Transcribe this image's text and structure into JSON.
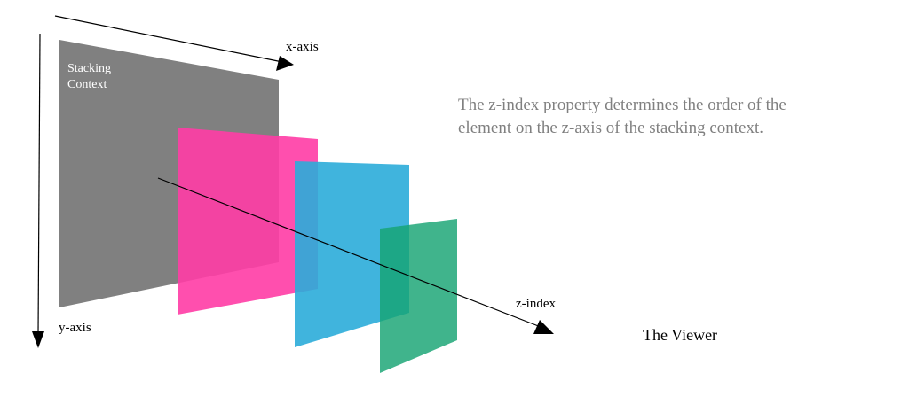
{
  "axes": {
    "x_label": "x-axis",
    "y_label": "y-axis",
    "z_label": "z-index"
  },
  "layers": {
    "stacking_context_line1": "Stacking",
    "stacking_context_line2": "Context"
  },
  "description": {
    "line1": "The z-index property determines the order of the",
    "line2": "element on the z-axis of the stacking context."
  },
  "viewer_label": "The Viewer",
  "colors": {
    "stacking_context": "#808080",
    "layer_pink": "#ff3ca5",
    "layer_blue": "#2bacd9",
    "layer_green": "#16a373",
    "axis": "#000000",
    "description_text": "#808080",
    "context_label_text": "#ffffff"
  }
}
